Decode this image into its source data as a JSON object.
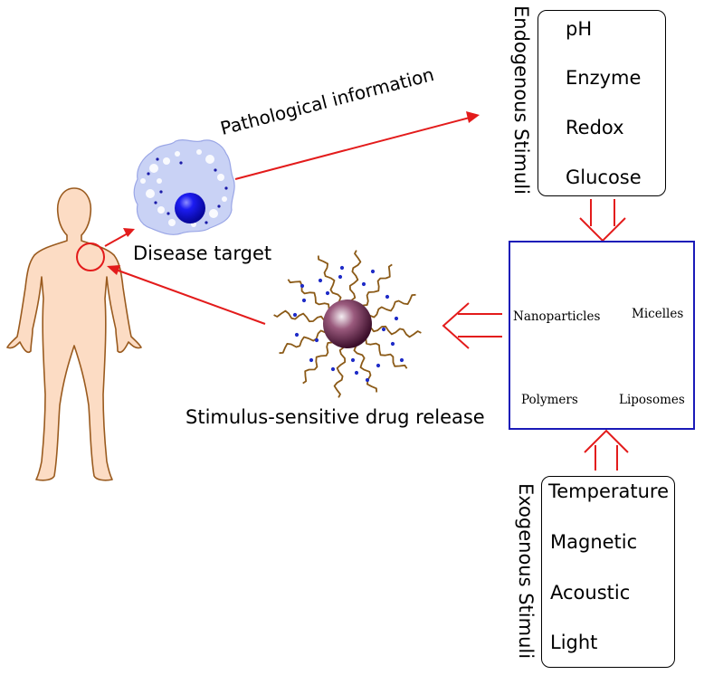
{
  "labels": {
    "pathological_information": "Pathological information",
    "disease_target": "Disease target",
    "drug_release": "Stimulus-sensitive drug release"
  },
  "endogenous": {
    "title": "Endogenous Stimuli",
    "items": [
      "pH",
      "Enzyme",
      "Redox",
      "Glucose"
    ]
  },
  "exogenous": {
    "title": "Exogenous Stimuli",
    "items": [
      "Temperature",
      "Magnetic",
      "Acoustic",
      "Light"
    ]
  },
  "carriers": [
    {
      "label": "Nanoparticles",
      "icon": "nanoparticle-icon"
    },
    {
      "label": "Micelles",
      "icon": "micelle-icon"
    },
    {
      "label": "Polymers",
      "icon": "polymer-icon"
    },
    {
      "label": "Liposomes",
      "icon": "liposome-icon"
    }
  ],
  "colors": {
    "arrow": "#e31b1b",
    "carrier_border": "#1a1ab8",
    "skin": "#fcdcc4",
    "skin_outline": "#9a5b1f",
    "cell_body": "#c9d2f5",
    "nucleus": "#1414d6",
    "drug_core": "#6a2648",
    "ligand": "#8b5a17",
    "drug_dot": "#1f2cc7",
    "micelle": "#ee5a5a",
    "polymer": "#f2cd2c",
    "liposome": "#36cc36"
  }
}
